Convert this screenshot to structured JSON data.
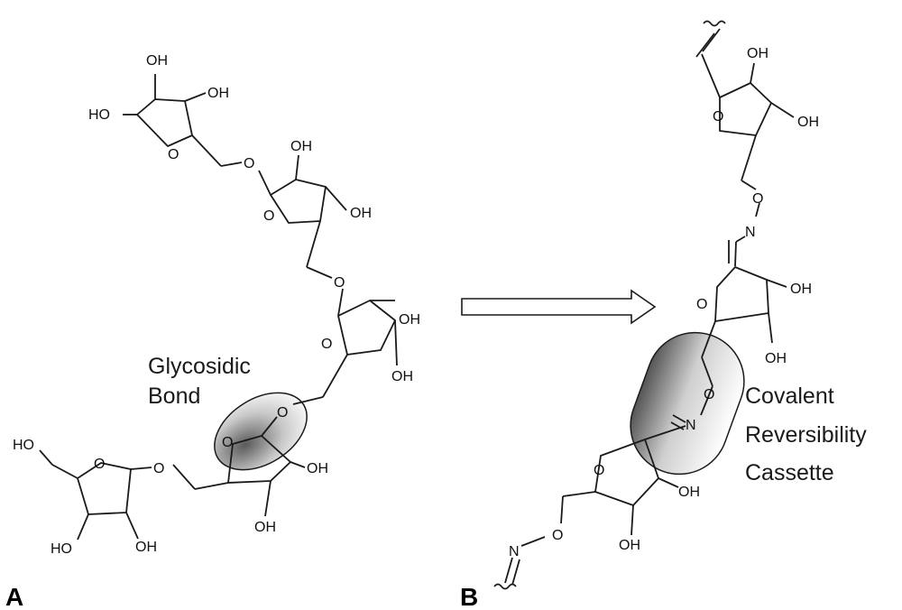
{
  "panels": {
    "a": {
      "panel_label": "A",
      "annotation": [
        "Glycosidic",
        "Bond"
      ],
      "atoms": {
        "hydroxyl": "OH",
        "hydroxyl_left": "HO",
        "oxygen": "O"
      }
    },
    "b": {
      "panel_label": "B",
      "annotation": [
        "Covalent",
        "Reversibility",
        "Cassette"
      ],
      "atoms": {
        "hydroxyl": "OH",
        "oxygen": "O",
        "nitrogen": "N"
      }
    }
  },
  "arrow": {
    "direction": "right",
    "style": "hollow"
  },
  "colors": {
    "ink": "#1a1a1a",
    "highlight_dark": "#6e6e6e",
    "highlight_light": "#ffffff"
  }
}
